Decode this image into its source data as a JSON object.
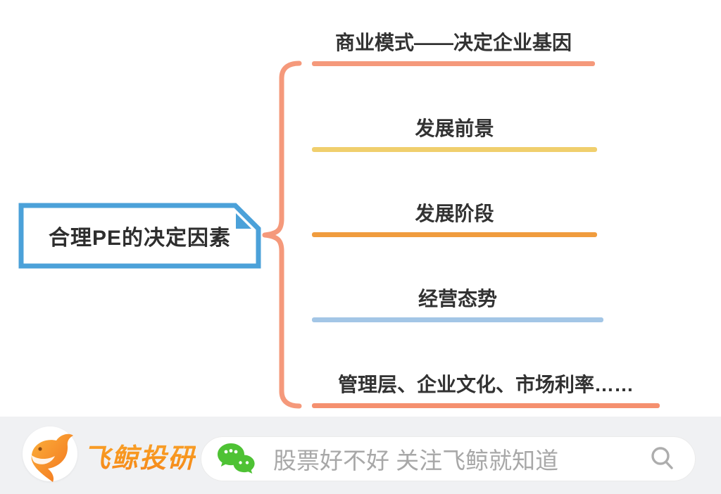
{
  "diagram": {
    "root": {
      "label": "合理PE的决定因素",
      "border_color": "#4BA1D9",
      "text_color": "#2e2e2e"
    },
    "brace_color": "#F5997B",
    "branches": [
      {
        "label": "商业模式——决定企业基因",
        "line_color": "#F5997B"
      },
      {
        "label": "发展前景",
        "line_color": "#F0CF6D"
      },
      {
        "label": "发展阶段",
        "line_color": "#F09C3E"
      },
      {
        "label": "经营态势",
        "line_color": "#A3C6E6"
      },
      {
        "label": "管理层、企业文化、市场利率……",
        "line_color": "#F5906F"
      }
    ]
  },
  "footer": {
    "background_color": "#F0F1F3",
    "brand": {
      "name": "飞鲸投研",
      "color": "#F7941D",
      "logo_icon": "whale-icon"
    },
    "search": {
      "placeholder": "股票好不好 关注飞鲸就知道",
      "text_color": "#A8A8A8",
      "wechat_green": "#4EC234",
      "left_icon": "wechat-icon",
      "right_icon": "search-icon"
    }
  }
}
